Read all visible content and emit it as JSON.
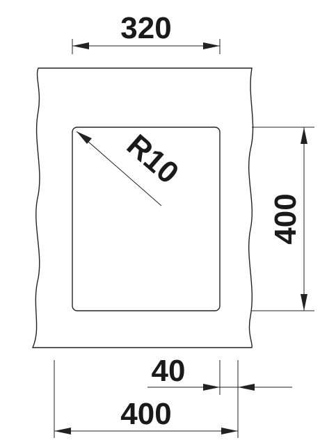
{
  "dimensions": {
    "top_width": "320",
    "radius": "R10",
    "right_height": "400",
    "offset": "40",
    "bottom_width": "400"
  },
  "colors": {
    "line": "#222222",
    "text": "#1a1a1a",
    "background": "#ffffff"
  }
}
